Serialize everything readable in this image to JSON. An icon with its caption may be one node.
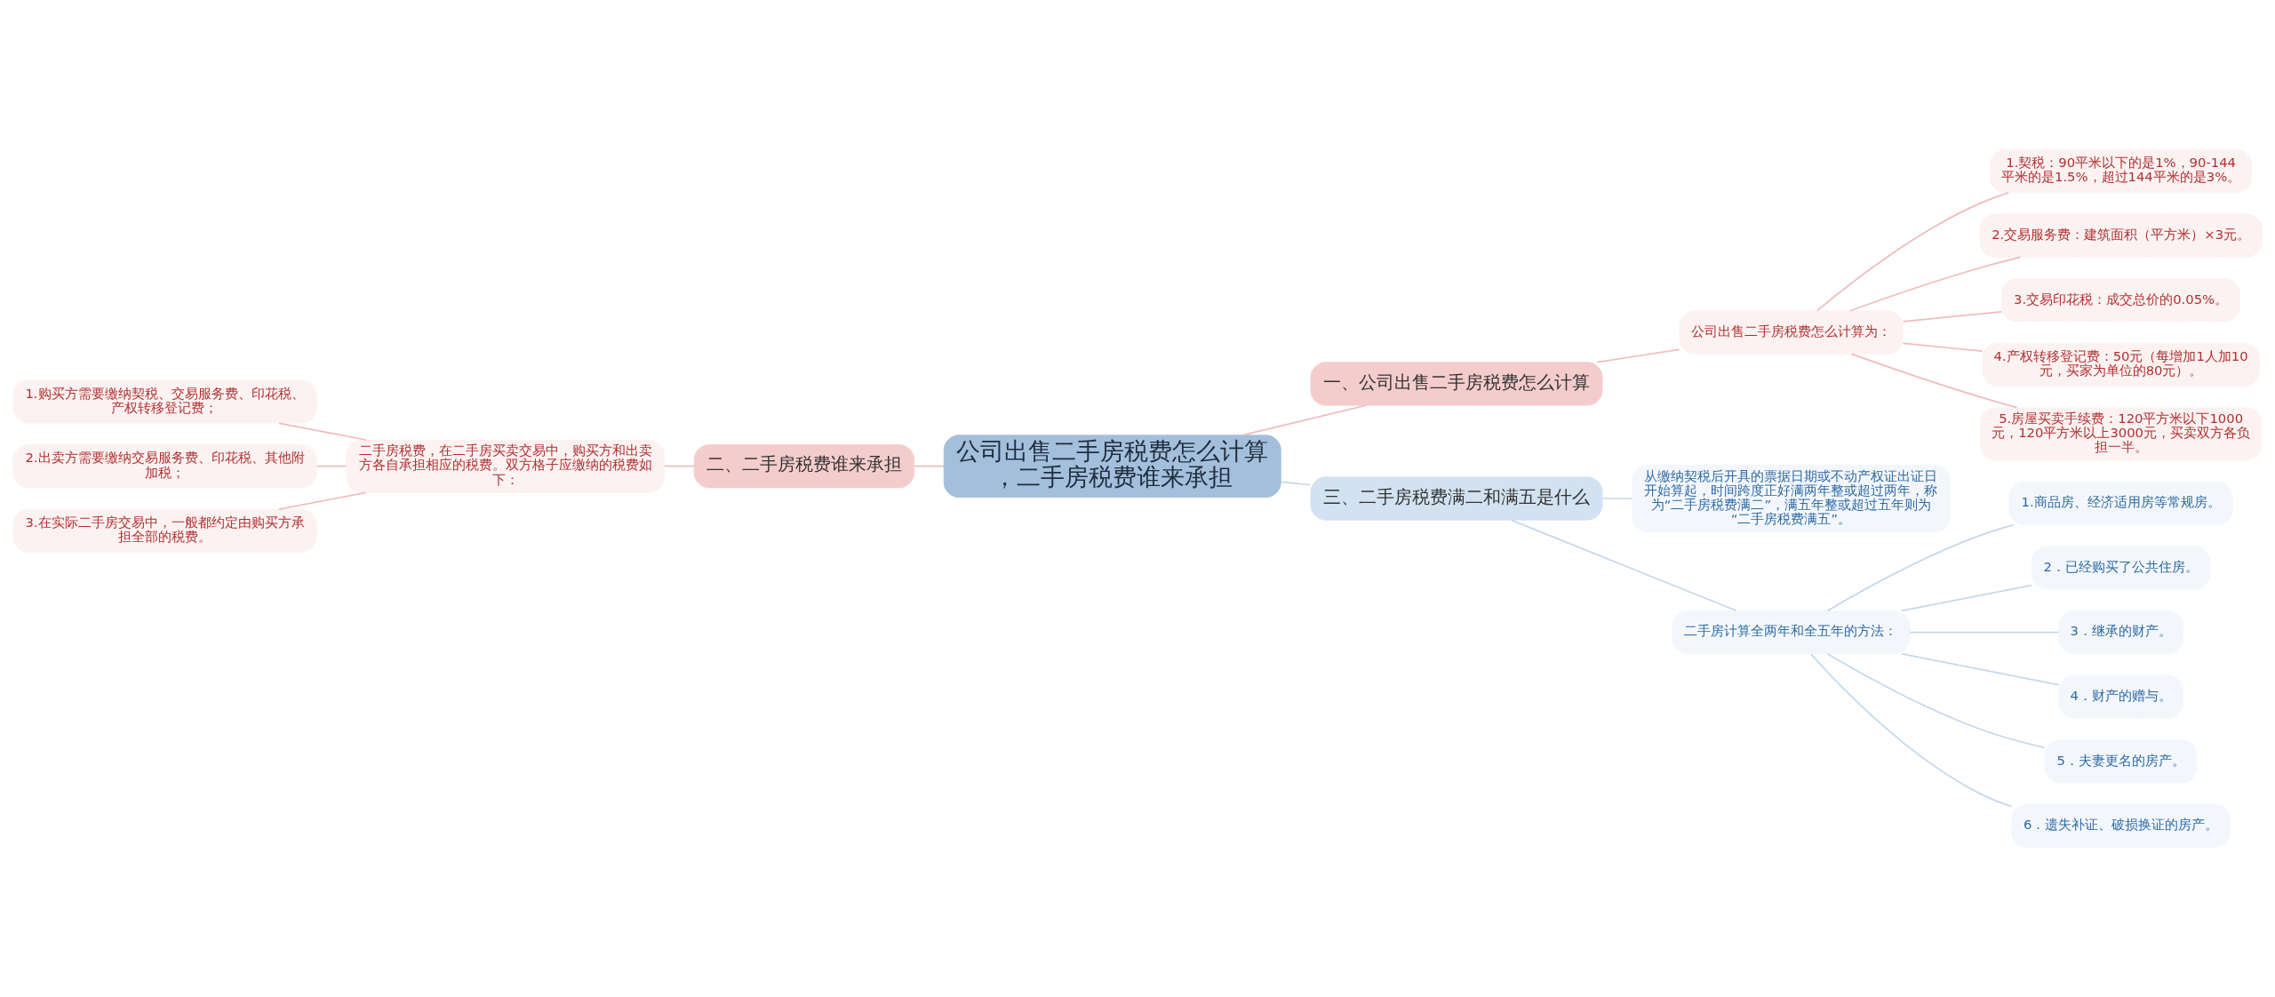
{
  "diagram": {
    "nodes": [
      {
        "text": [
          "公司出售二手房税费怎么计算，二手房税费谁来承担"
        ]
      },
      {
        "text": [
          "一、公司出售二手房税费怎么计算"
        ]
      },
      {
        "text": [
          "公司出售二手房税费怎么计算为："
        ]
      },
      {
        "text": [
          "1.契税：90平米以下的是1%，90-144平米的是1.5%，超过144平米的是3%。"
        ]
      },
      {
        "text": [
          "2.交易服务费：建筑面积（平方米）×3元。"
        ]
      },
      {
        "text": [
          "3.交易印花税：成交总价的0.05%。"
        ]
      },
      {
        "text": [
          "4.产权转移登记费：50元（每增加1人加10元，买家为单位的80元）。"
        ]
      },
      {
        "text": [
          "5.房屋买卖手续费：120平方米以下1000元，120平方米以上3000元，买卖双方各负担一半。"
        ]
      },
      {
        "text": [
          "二、二手房税费谁来承担"
        ]
      },
      {
        "text": [
          "二手房税费，在二手房买卖交易中，购买方和出卖方各自承担相应的税费。双方格子应缴纳的税费如下："
        ]
      },
      {
        "text": [
          "1.购买方需要缴纳契税、交易服务费、印花税、产权转移登记费；"
        ]
      },
      {
        "text": [
          "2.出卖方需要缴纳交易服务费、印花税、其他附加税；"
        ]
      },
      {
        "text": [
          "3.在实际二手房交易中，一般都约定由购买方承担全部的税费。"
        ]
      },
      {
        "text": [
          "三、二手房税费满二和满五是什么"
        ]
      },
      {
        "text": [
          "从缴纳契税后开具的票据日期或不动产权证出证日开始算起，时间跨度正好满两年整或超过两年，称为“二手房税费满二”，满五年整或超过五年则为“二手房税费满五”。"
        ]
      },
      {
        "text": [
          "二手房计算全两年和全五年的方法："
        ]
      },
      {
        "text": [
          "1.商品房、经济适用房等常规房。"
        ]
      },
      {
        "text": [
          "2．已经购买了公共住房。"
        ]
      },
      {
        "text": [
          "3．继承的财产。"
        ]
      },
      {
        "text": [
          "4．财产的赠与。"
        ]
      },
      {
        "text": [
          "5．夫妻更名的房产。"
        ]
      },
      {
        "text": [
          "6．遗失补证、破损换证的房产。"
        ]
      }
    ],
    "edges": [
      {
        "from": 0,
        "to": 1,
        "arrow": "none"
      },
      {
        "from": 1,
        "to": 2,
        "arrow": "none"
      },
      {
        "from": 2,
        "to": 3,
        "arrow": "none"
      },
      {
        "from": 2,
        "to": 4,
        "arrow": "none"
      },
      {
        "from": 2,
        "to": 5,
        "arrow": "none"
      },
      {
        "from": 2,
        "to": 6,
        "arrow": "none"
      },
      {
        "from": 2,
        "to": 7,
        "arrow": "none"
      },
      {
        "from": 0,
        "to": 8,
        "arrow": "none"
      },
      {
        "from": 8,
        "to": 9,
        "arrow": "none"
      },
      {
        "from": 9,
        "to": 10,
        "arrow": "none"
      },
      {
        "from": 9,
        "to": 11,
        "arrow": "none"
      },
      {
        "from": 9,
        "to": 12,
        "arrow": "none"
      },
      {
        "from": 0,
        "to": 13,
        "arrow": "none",
        "color": "#c5d8ea"
      },
      {
        "from": 13,
        "to": 14,
        "arrow": "none",
        "color": "#c5d8ea"
      },
      {
        "from": 13,
        "to": 15,
        "arrow": "none",
        "color": "#c5d8ea"
      },
      {
        "from": 15,
        "to": 16,
        "arrow": "none",
        "color": "#c5d8ea"
      },
      {
        "from": 15,
        "to": 17,
        "arrow": "none",
        "color": "#c5d8ea"
      },
      {
        "from": 15,
        "to": 18,
        "arrow": "none",
        "color": "#c5d8ea"
      },
      {
        "from": 15,
        "to": 19,
        "arrow": "none",
        "color": "#c5d8ea"
      },
      {
        "from": 15,
        "to": 20,
        "arrow": "none",
        "color": "#c5d8ea"
      },
      {
        "from": 15,
        "to": 21,
        "arrow": "none",
        "color": "#c5d8ea"
      }
    ]
  }
}
